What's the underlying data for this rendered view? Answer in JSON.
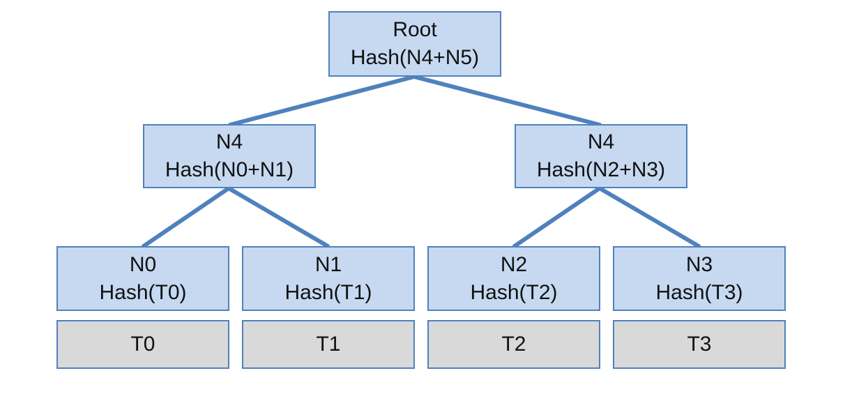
{
  "colors": {
    "node_fill": "#c6d9f1",
    "node_border": "#4f81bd",
    "edge": "#4f81bd",
    "transaction_fill": "#d9d9d9",
    "text": "#111111"
  },
  "tree": {
    "root": {
      "name": "Root",
      "hash": "Hash(N4+N5)"
    },
    "level1": [
      {
        "name": "N4",
        "hash": "Hash(N0+N1)"
      },
      {
        "name": "N4",
        "hash": "Hash(N2+N3)"
      }
    ],
    "leaves": [
      {
        "name": "N0",
        "hash": "Hash(T0)"
      },
      {
        "name": "N1",
        "hash": "Hash(T1)"
      },
      {
        "name": "N2",
        "hash": "Hash(T2)"
      },
      {
        "name": "N3",
        "hash": "Hash(T3)"
      }
    ],
    "transactions": [
      "T0",
      "T1",
      "T2",
      "T3"
    ]
  }
}
